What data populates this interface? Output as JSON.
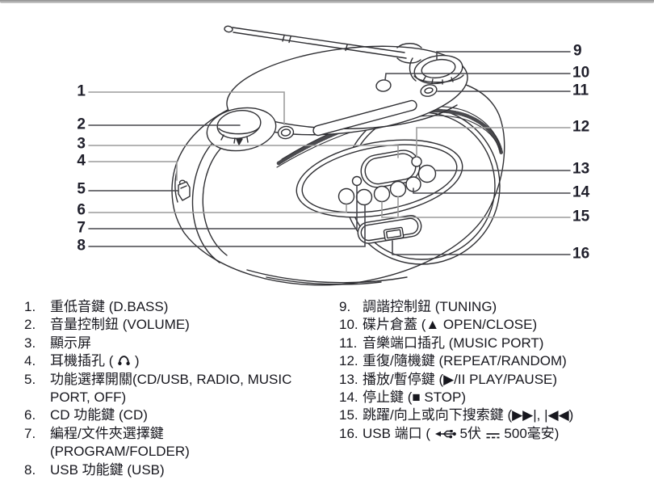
{
  "colors": {
    "line_art": "#2f2f33",
    "leader_dark": "#46464c",
    "leader_gray": "#9c9c9c",
    "text": "#17171e",
    "page_edge": "#9a9a9a"
  },
  "diagram": {
    "description": "boombox-line-art",
    "callouts": [
      "1",
      "2",
      "3",
      "4",
      "5",
      "6",
      "7",
      "8",
      "9",
      "10",
      "11",
      "12",
      "13",
      "14",
      "15",
      "16"
    ]
  },
  "legend": {
    "left": [
      {
        "num": "1.",
        "parts": [
          {
            "t": "重低音鍵 (D.BASS)"
          }
        ]
      },
      {
        "num": "2.",
        "parts": [
          {
            "t": "音量控制鈕 (VOLUME)"
          }
        ]
      },
      {
        "num": "3.",
        "parts": [
          {
            "t": "顯示屏"
          }
        ]
      },
      {
        "num": "4.",
        "parts": [
          {
            "t": "耳機插孔 ( "
          },
          {
            "icon": "headphones"
          },
          {
            "t": " )"
          }
        ]
      },
      {
        "num": "5.",
        "parts": [
          {
            "t": "功能選擇開關(CD/USB, RADIO, MUSIC"
          },
          {
            "br": true
          },
          {
            "t": "PORT, OFF)"
          }
        ]
      },
      {
        "num": "6.",
        "parts": [
          {
            "t": "CD 功能鍵 (CD)"
          }
        ]
      },
      {
        "num": "7.",
        "parts": [
          {
            "t": "編程/文件夾選擇鍵"
          },
          {
            "br": true
          },
          {
            "t": "(PROGRAM/FOLDER)"
          }
        ]
      },
      {
        "num": "8.",
        "parts": [
          {
            "t": "USB 功能鍵 (USB)"
          }
        ]
      }
    ],
    "right": [
      {
        "num": "9.",
        "parts": [
          {
            "t": "調諧控制鈕 (TUNING)"
          }
        ]
      },
      {
        "num": "10.",
        "parts": [
          {
            "t": "碟片倉蓋 (▲ OPEN/CLOSE)"
          }
        ]
      },
      {
        "num": "11.",
        "parts": [
          {
            "t": "音樂端口插孔 (MUSIC PORT)"
          }
        ]
      },
      {
        "num": "12.",
        "parts": [
          {
            "t": "重復/隨機鍵 (REPEAT/RANDOM)"
          }
        ]
      },
      {
        "num": "13.",
        "parts": [
          {
            "t": "播放/暫停鍵 (▶/II PLAY/PAUSE)"
          }
        ]
      },
      {
        "num": "14.",
        "parts": [
          {
            "t": "停止鍵 (■ STOP)"
          }
        ]
      },
      {
        "num": "15.",
        "parts": [
          {
            "t": "跳躍/向上或向下搜索鍵 (▶▶|, |◀◀)"
          }
        ]
      },
      {
        "num": "16.",
        "parts": [
          {
            "t": "USB 端口 ( "
          },
          {
            "icon": "usb"
          },
          {
            "t": " 5伏 "
          },
          {
            "icon": "dc-power"
          },
          {
            "t": " 500毫安)"
          }
        ]
      }
    ]
  }
}
